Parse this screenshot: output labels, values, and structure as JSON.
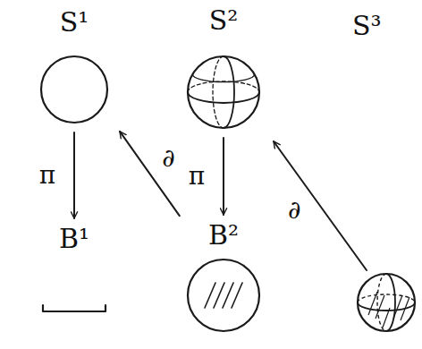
{
  "diagram": {
    "nodes": [
      {
        "text": [
          "S¹"
        ]
      },
      {
        "text": [
          "S²"
        ]
      },
      {
        "text": [
          "B¹"
        ]
      },
      {
        "text": [
          "B²"
        ]
      }
    ],
    "edges": [
      {
        "from": 0,
        "to": 2,
        "arrow": "to",
        "label": "π"
      },
      {
        "from": 3,
        "to": 0,
        "arrow": "to",
        "label": "∂"
      },
      {
        "from": 1,
        "to": 3,
        "arrow": "to",
        "label": "π"
      }
    ],
    "labels": [
      "S³",
      "∂"
    ]
  }
}
